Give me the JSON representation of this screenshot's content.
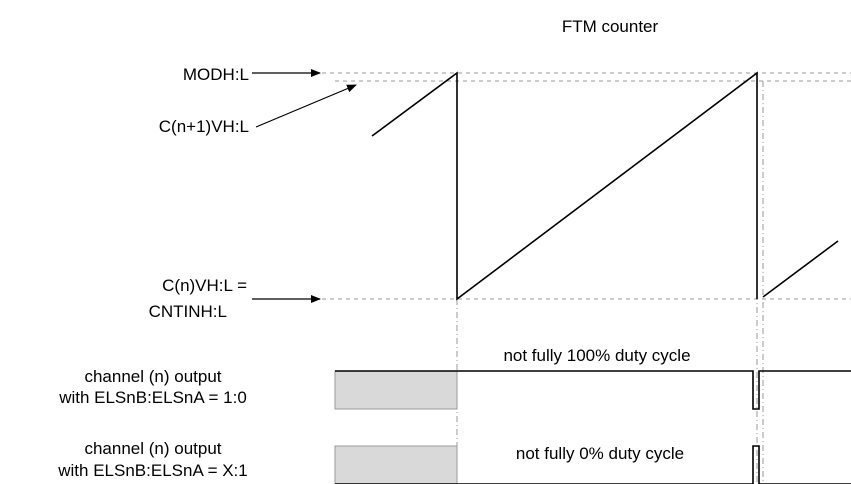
{
  "title": "FTM counter",
  "labels": {
    "modh": "MODH:L",
    "cn1vh": "C(n+1)VH:L",
    "cnvh_line1": "C(n)VH:L =",
    "cnvh_line2": "CNTINH:L"
  },
  "signals": [
    {
      "label_line1": "channel (n) output",
      "label_line2": "with ELSnB:ELSnA = 1:0",
      "annotation": "not fully 100% duty cycle"
    },
    {
      "label_line1": "channel (n) output",
      "label_line2": "with ELSnB:ELSnA = X:1",
      "annotation": "not fully 0% duty cycle"
    }
  ]
}
